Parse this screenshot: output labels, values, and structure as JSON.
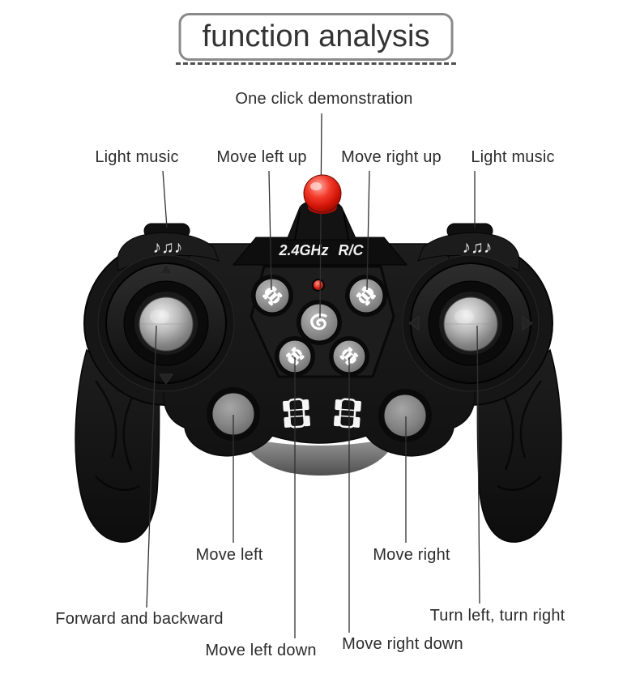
{
  "title": "function analysis",
  "labels": {
    "one_click": "One click demonstration",
    "light_music_left": "Light music",
    "move_left_up": "Move left up",
    "move_right_up": "Move right up",
    "light_music_right": "Light music",
    "move_left": "Move left",
    "move_right": "Move right",
    "forward_and_backward": "Forward and backward",
    "turn_left_turn_right": "Turn left, turn right",
    "move_left_down": "Move left down",
    "move_right_down": "Move right down"
  },
  "controller": {
    "frequency_label": "2.4GHz",
    "rc_label": "R/C",
    "music_notes_icon": "♪♫♪"
  },
  "colors": {
    "antenna_red": "#e2261a",
    "led_red": "#d31407",
    "body_black": "#171717",
    "button_gray": "#8f8f8f",
    "annotation_text": "#2c2c2c",
    "annotation_line": "#303030",
    "title_border_gray": "#8a8a8a"
  }
}
